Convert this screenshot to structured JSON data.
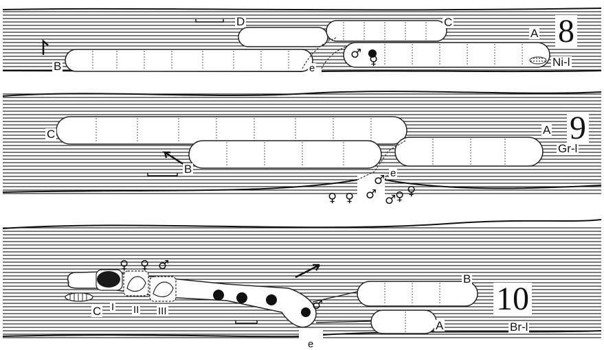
{
  "panels": [
    {
      "number": "8",
      "code": "Ni-l",
      "filament_labels": [
        "A",
        "B",
        "C",
        "D"
      ],
      "origin_label": "e",
      "symbols": [
        "♂",
        "♀"
      ]
    },
    {
      "number": "9",
      "code": "Gr-l",
      "filament_labels": [
        "A",
        "B",
        "C"
      ],
      "origin_label": "e",
      "symbols": [
        "♂",
        "♀",
        "♀",
        "♀",
        "♂",
        "♂",
        "♀"
      ]
    },
    {
      "number": "10",
      "code": "Br-l",
      "filament_labels": [
        "A",
        "B",
        "C"
      ],
      "cell_labels": [
        "I",
        "II",
        "III"
      ],
      "origin_label": "e",
      "symbols": [
        "♀",
        "♀",
        "♂",
        "♂"
      ]
    }
  ]
}
